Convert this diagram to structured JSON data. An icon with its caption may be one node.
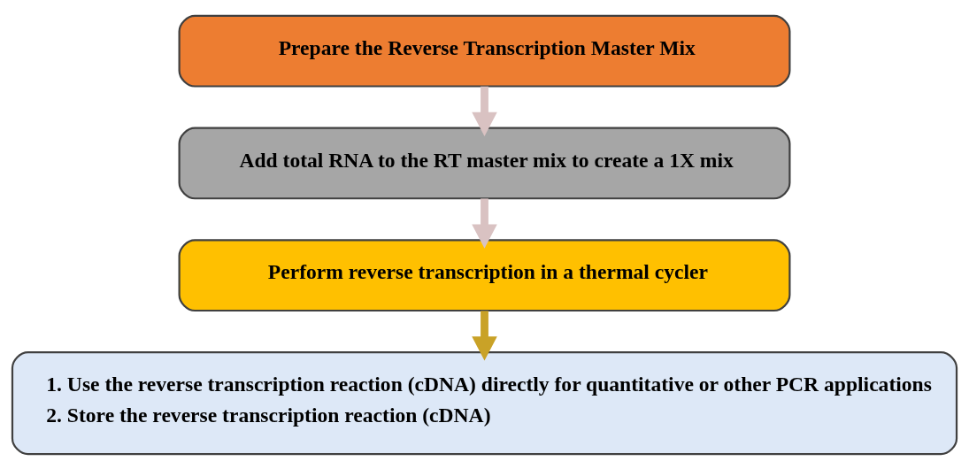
{
  "diagram": {
    "nodes": [
      {
        "text": [
          "Prepare the Reverse Transcription Master Mix"
        ]
      },
      {
        "text": [
          "Add total RNA to the RT master mix to create a 1X mix"
        ]
      },
      {
        "text": [
          "Perform reverse transcription in a thermal cycler"
        ]
      },
      {
        "text": [
          "1. Use the reverse transcription reaction (cDNA) directly for quantitative or other PCR applications",
          "2. Store the reverse transcription reaction (cDNA)"
        ]
      }
    ],
    "edges": [
      {
        "from": 0,
        "to": 1,
        "arrow": "to"
      },
      {
        "from": 1,
        "to": 2,
        "arrow": "to"
      },
      {
        "from": 2,
        "to": 3,
        "arrow": "to",
        "color": "#c9a227"
      }
    ]
  }
}
